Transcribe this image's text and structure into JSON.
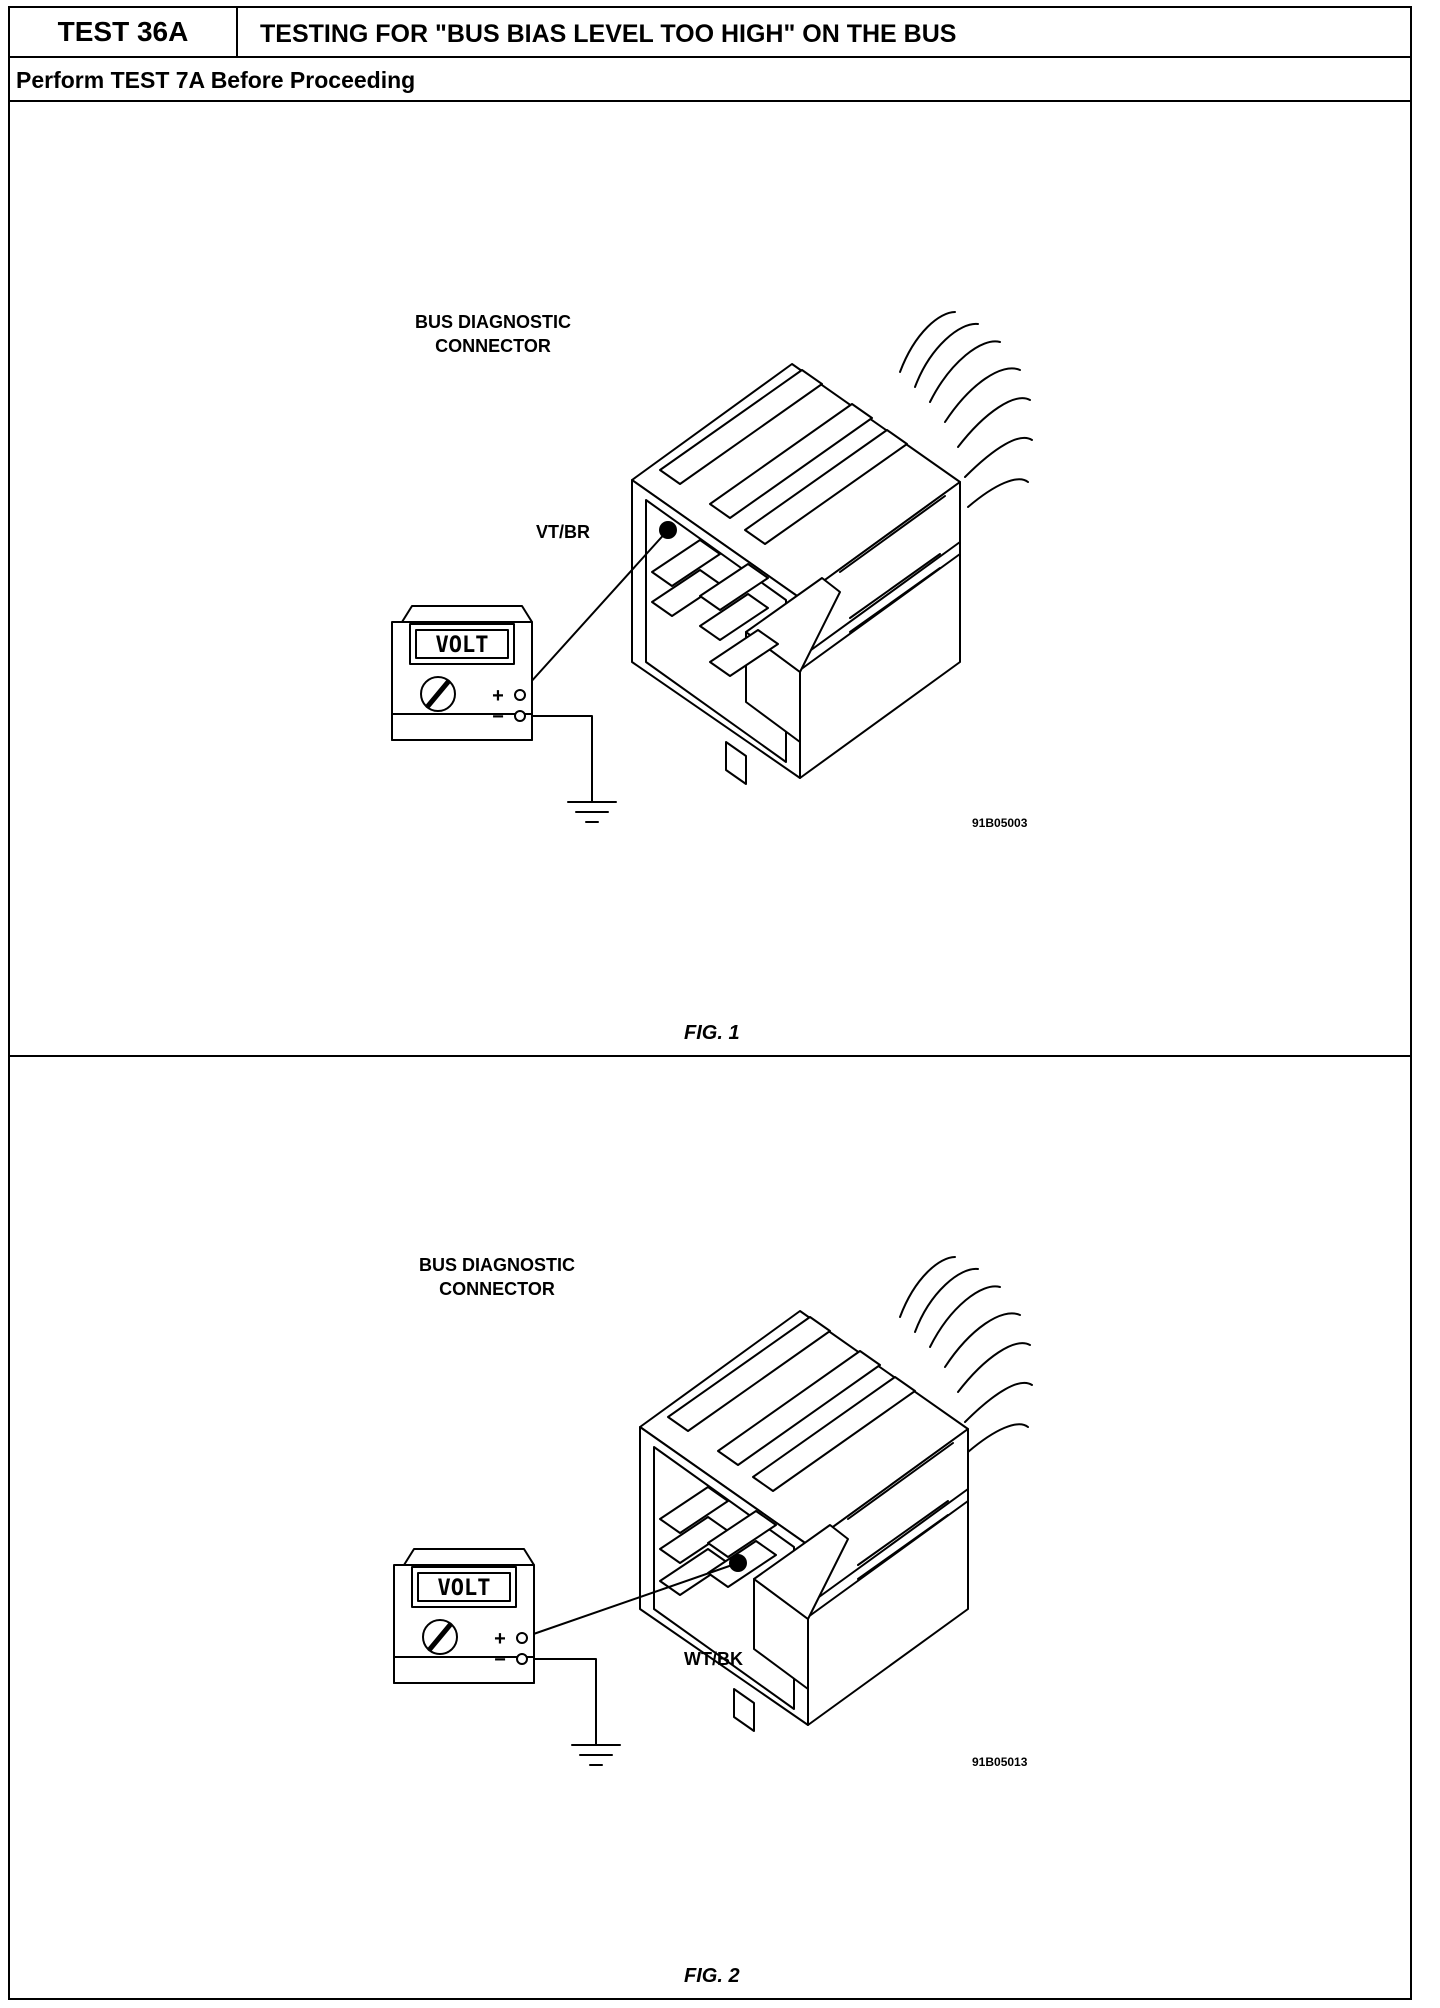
{
  "header": {
    "test_id": "TEST 36A",
    "title": "TESTING FOR \"BUS BIAS LEVEL TOO HIGH\" ON THE BUS",
    "prerequisite": "Perform TEST 7A Before Proceeding"
  },
  "figures": [
    {
      "connector_label": "BUS DIAGNOSTIC\nCONNECTOR",
      "wire_label": "VT/BR",
      "meter_display": "VOLT",
      "plus_symbol": "+",
      "minus_symbol": "−",
      "image_code": "91B05003",
      "caption": "FIG. 1"
    },
    {
      "connector_label": "BUS DIAGNOSTIC\nCONNECTOR",
      "wire_label": "WT/BK",
      "meter_display": "VOLT",
      "plus_symbol": "+",
      "minus_symbol": "−",
      "image_code": "91B05013",
      "caption": "FIG. 2"
    }
  ]
}
